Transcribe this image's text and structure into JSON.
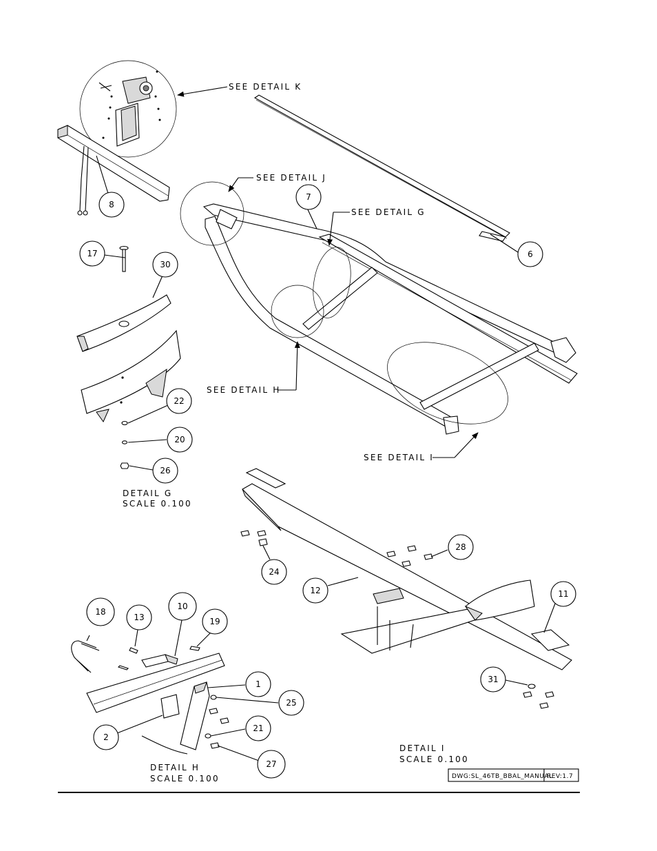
{
  "callouts": {
    "detail_k": "SEE DETAIL  K",
    "detail_j": "SEE DETAIL  J",
    "detail_g": "SEE DETAIL  G",
    "detail_h": "SEE DETAIL  H",
    "detail_i": "SEE DETAIL  I"
  },
  "details": {
    "g": {
      "title": "DETAIL  G",
      "scale": "SCALE  0.100"
    },
    "h": {
      "title": "DETAIL  H",
      "scale": "SCALE  0.100"
    },
    "i": {
      "title": "DETAIL  I",
      "scale": "SCALE  0.100"
    }
  },
  "balloons": {
    "b8": "8",
    "b7": "7",
    "b6": "6",
    "b17": "17",
    "b30": "30",
    "b22": "22",
    "b20": "20",
    "b26": "26",
    "b28": "28",
    "b24": "24",
    "b12": "12",
    "b11": "11",
    "b31": "31",
    "b18": "18",
    "b13": "13",
    "b10": "10",
    "b19": "19",
    "b1": "1",
    "b25": "25",
    "b2": "2",
    "b21": "21",
    "b27": "27"
  },
  "title_block": {
    "drawing": "DWG:SL_46TB_BBAL_MANUAL",
    "revision": "REV:1.7"
  }
}
